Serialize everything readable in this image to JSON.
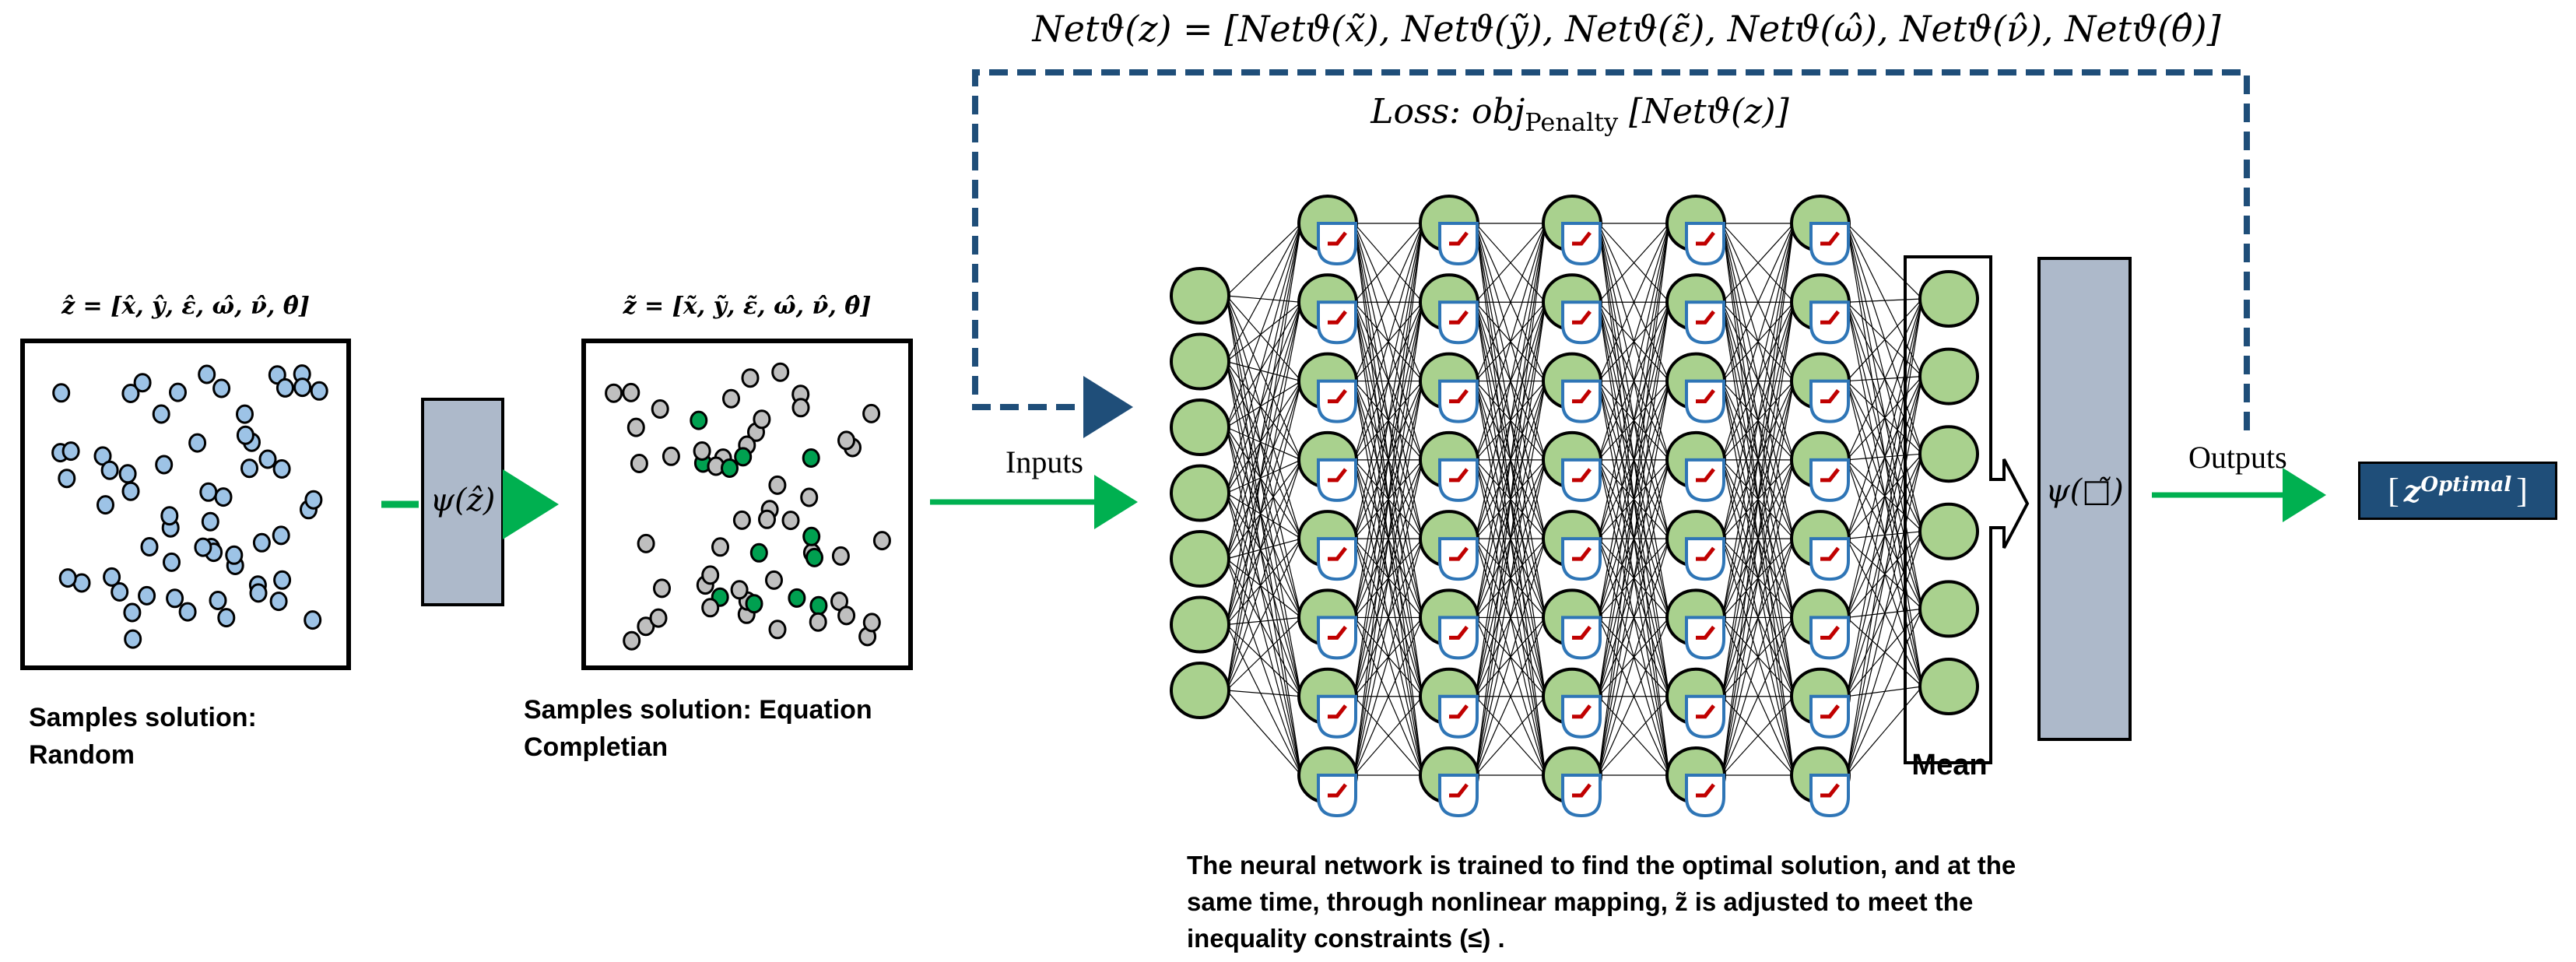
{
  "top_formula": "Netϑ(z) = [Netϑ(x̃), Netϑ(ỹ), Netϑ(ε̃), Netϑ(ω̂), Netϑ(ν̂), Netϑ(θ̂)]",
  "loss_formula": {
    "prefix": "Loss: obj",
    "subscript": "Penalty",
    "suffix": " [Netϑ(z)]"
  },
  "panels": [
    {
      "label": "ẑ = [x̂, ŷ, ε̂, ω̂, ν̂, θ̂]",
      "caption_line1": "Samples solution:",
      "caption_line2": "Random",
      "dot_color": "#9dc3e6",
      "highlight_color": null
    },
    {
      "label": "z̃ = [x̃, ỹ, ε̃, ω̂, ν̂, θ̂]",
      "caption_line1": "Samples solution: Equation",
      "caption_line2": "Completian",
      "dot_color": "#bfbfbf",
      "highlight_color": "#00a050"
    }
  ],
  "psi_hat_box": {
    "label": "ψ(ẑ)"
  },
  "psi_tilde_box": {
    "label": "ψ(□̃)"
  },
  "inputs_label": "Inputs",
  "outputs_label": "Outputs",
  "mean_label": "Mean",
  "optimal_box": {
    "base": "z",
    "superscript": "Optimal"
  },
  "bottom_caption": {
    "line1": "The neural network is trained to find the optimal solution, and at the",
    "line2": "same time, through nonlinear mapping, z̃  is adjusted to meet the",
    "line3": "inequality constraints (≤) ."
  },
  "network": {
    "input_nodes": 7,
    "hidden_layers": 5,
    "hidden_nodes_per_layer": 8,
    "output_nodes": 6,
    "activation_icon": "relu-icon"
  },
  "colors": {
    "node_fill": "#a9d18e",
    "activation_ring": "#2e75b6",
    "activation_line": "#c00000",
    "psi_box": "#adb9ca",
    "flow_arrow": "#00b050",
    "feedback_dashed": "#1f4e79",
    "optimal_box": "#1f4e79"
  }
}
